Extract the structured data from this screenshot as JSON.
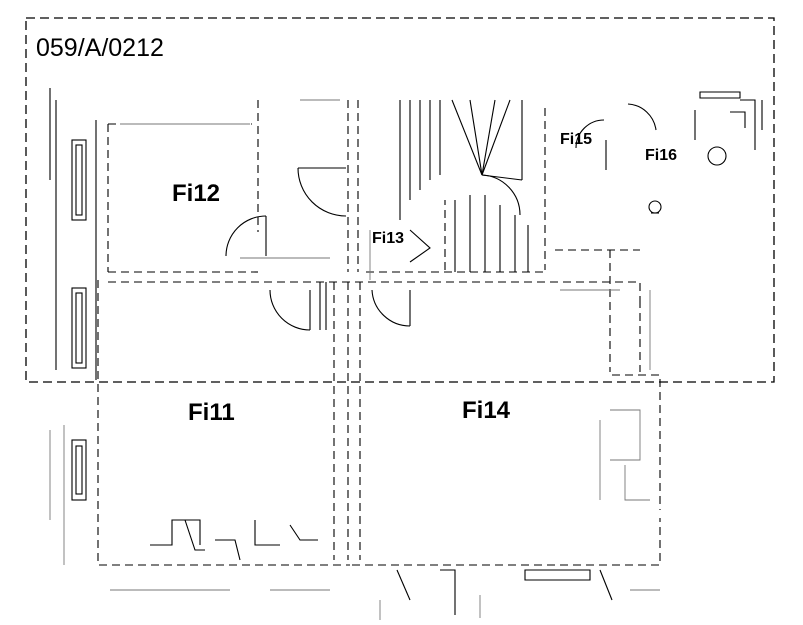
{
  "plan": {
    "parcel_id": "059/A/0212",
    "rooms": {
      "fi11": "Fi11",
      "fi12": "Fi12",
      "fi13": "Fi13",
      "fi14": "Fi14",
      "fi15": "Fi15",
      "fi16": "Fi16"
    }
  }
}
